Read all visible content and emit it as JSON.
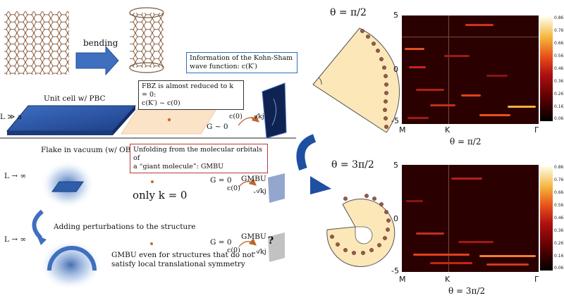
{
  "top": {
    "bending_label": "bending",
    "ks_box": "Information of the Kohn-Sham wave function: c(K′)",
    "unit_cell_label": "Unit cell w/ PBC",
    "L_gg_a": "L ≫ a",
    "fbz_box_line1": "FBZ is almost reduced to k = 0:",
    "fbz_box_line2": "c(K′) ~ c(0)",
    "G_approx": "G ~ 0",
    "c0": "c(0)",
    "Akj": "𝒜kj"
  },
  "bottom": {
    "flake_label": "Flake in vacuum (w/ OBC)",
    "unfold_box_line1": "Unfolding from the molecular orbitals of",
    "unfold_box_line2": "a “giant molecule”: GMBU",
    "L_inf_1": "L → ∞",
    "only_k0": "only k = 0",
    "G0_1": "G = 0",
    "gmbu_1": "GMBU",
    "c0_1": "c(0)",
    "Akj_1": "𝒜kj",
    "adding_pert": "Adding perturbations to the structure",
    "L_inf_2": "L → ∞",
    "G0_2": "G = 0",
    "gmbu_2": "GMBU",
    "c0_2": "c(0)",
    "Akj_2": "𝒜kj",
    "question": "?",
    "gmbu_even_line1": "GMBU even for structures that do not",
    "gmbu_even_line2": "satisfy local translational symmetry"
  },
  "right": {
    "theta1": "θ = π/2",
    "theta2": "θ = 3π/2",
    "plot1_caption": "θ = π/2",
    "plot2_caption": "θ = 3π/2",
    "yticks": [
      "5",
      "0",
      "-5"
    ],
    "xticks": [
      "M",
      "K",
      "Γ"
    ],
    "cbar_ticks": [
      "0.86",
      "0.76",
      "0.66",
      "0.56",
      "0.46",
      "0.36",
      "0.26",
      "0.16",
      "0.06"
    ]
  },
  "colors": {
    "accent_blue": "#2a6cc0",
    "box_red": "#b83a3a",
    "sector_fill": "#fbe7b8",
    "heatmap_bg": "#2a0000"
  }
}
